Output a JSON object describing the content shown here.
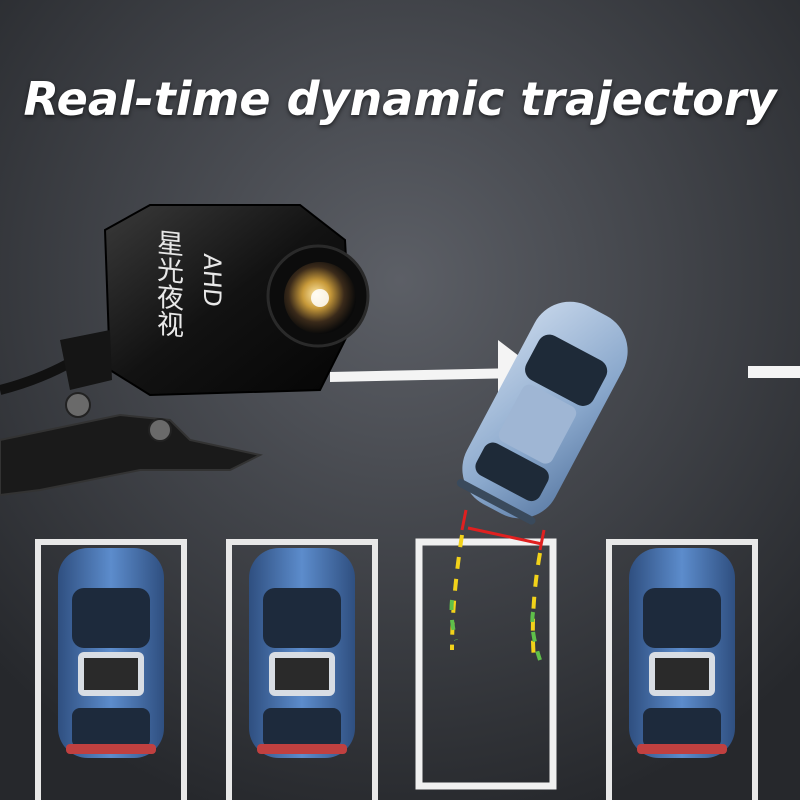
{
  "title": "Real-time dynamic trajectory",
  "camera": {
    "label_brand": "AHD",
    "label_chinese": "星光夜视"
  },
  "parking": {
    "slots": [
      "occupied",
      "occupied",
      "empty",
      "occupied"
    ],
    "trajectory_colors": [
      "#e02020",
      "#f2d21a",
      "#5fc04a"
    ]
  },
  "colors": {
    "road": "#44474d",
    "lane_marking": "#ffffff",
    "parked_car": "#4a78b8",
    "moving_car": "#9ab4d6"
  }
}
